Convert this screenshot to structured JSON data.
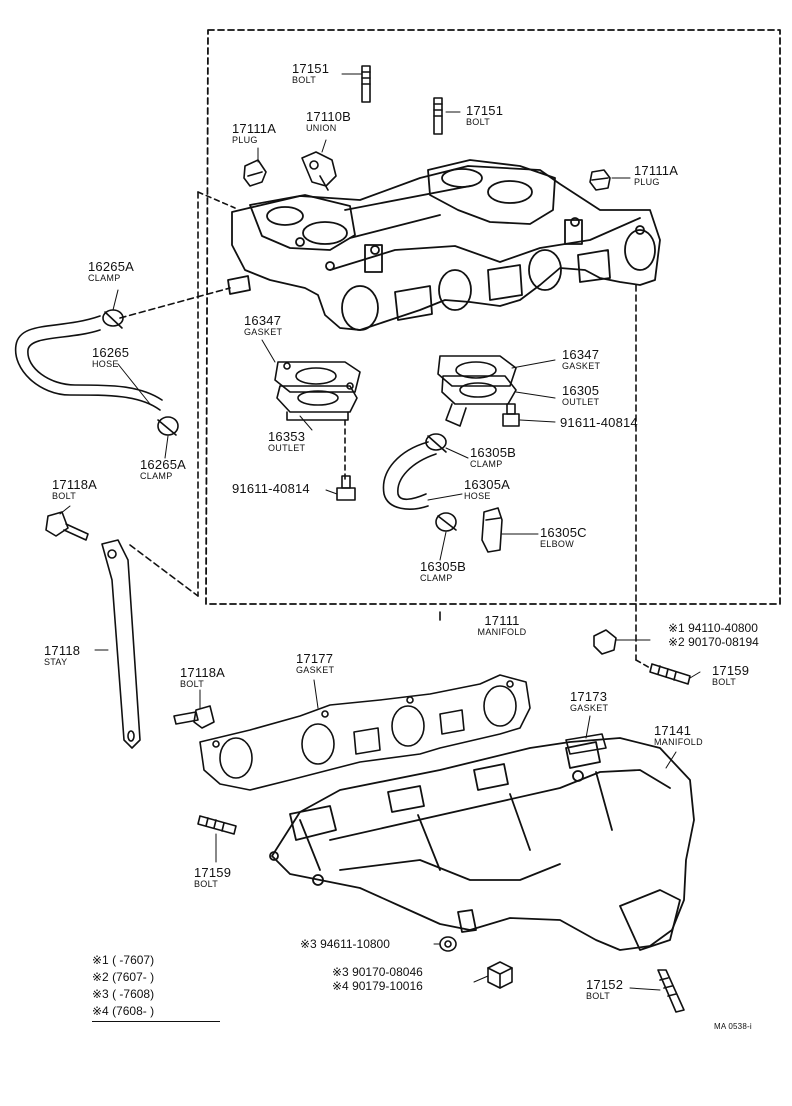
{
  "parts": {
    "p17151_top": {
      "num": "17151",
      "name": "BOLT"
    },
    "p17151_right": {
      "num": "17151",
      "name": "BOLT"
    },
    "p17111a_left": {
      "num": "17111A",
      "name": "PLUG"
    },
    "p17110b": {
      "num": "17110B",
      "name": "UNION"
    },
    "p17111a_right": {
      "num": "17111A",
      "name": "PLUG"
    },
    "p16265a_top": {
      "num": "16265A",
      "name": "CLAMP"
    },
    "p16265": {
      "num": "16265",
      "name": "HOSE"
    },
    "p16265a_bot": {
      "num": "16265A",
      "name": "CLAMP"
    },
    "p16347_left": {
      "num": "16347",
      "name": "GASKET"
    },
    "p16347_right": {
      "num": "16347",
      "name": "GASKET"
    },
    "p16305": {
      "num": "16305",
      "name": "OUTLET"
    },
    "p91611_right": {
      "num": "91611-40814"
    },
    "p16353": {
      "num": "16353",
      "name": "OUTLET"
    },
    "p16305b_top": {
      "num": "16305B",
      "name": "CLAMP"
    },
    "p91611_left": {
      "num": "91611-40814"
    },
    "p16305a": {
      "num": "16305A",
      "name": "HOSE"
    },
    "p16305c": {
      "num": "16305C",
      "name": "ELBOW"
    },
    "p16305b_bot": {
      "num": "16305B",
      "name": "CLAMP"
    },
    "p17118a_top": {
      "num": "17118A",
      "name": "BOLT"
    },
    "p17111": {
      "num": "17111",
      "name": "MANIFOLD"
    },
    "p17118": {
      "num": "17118",
      "name": "STAY"
    },
    "p17118a_mid": {
      "num": "17118A",
      "name": "BOLT"
    },
    "p17177": {
      "num": "17177",
      "name": "GASKET"
    },
    "p17159_right": {
      "num": "17159",
      "name": "BOLT"
    },
    "p17173": {
      "num": "17173",
      "name": "GASKET"
    },
    "p17141": {
      "num": "17141",
      "name": "MANIFOLD"
    },
    "p17159_left": {
      "num": "17159",
      "name": "BOLT"
    },
    "p17152": {
      "num": "17152",
      "name": "BOLT"
    }
  },
  "callouts": {
    "nut_1": "※1 94110-40800",
    "nut_2": "※2 90170-08194",
    "washer_3": "※3 94611-10800",
    "nut_3": "※3 90170-08046",
    "nut_4": "※4 90179-10016"
  },
  "legend": [
    "※1 (      -7607)",
    "※2 (7607-        )",
    "※3 (      -7608)",
    "※4 (7608-        )"
  ],
  "reference": "MA 0538-i"
}
